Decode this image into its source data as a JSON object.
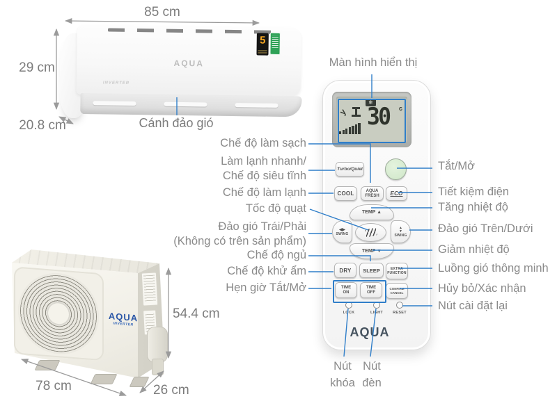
{
  "colors": {
    "annotation_blue": "#2f7ec9",
    "dimension_gray": "#9b9b9b",
    "label_gray": "#8a8a8a",
    "power_button_green": "#cfe7c8",
    "energy_star_orange": "#f5a623"
  },
  "indoor_unit": {
    "brand": "AQUA",
    "series": "INVERTER",
    "energy_rating": "5",
    "dim_width": "85 cm",
    "dim_height": "29 cm",
    "dim_depth": "20.8 cm",
    "vane_label": "Cánh đảo gió"
  },
  "outdoor_unit": {
    "brand": "AQUA",
    "series": "INVERTER",
    "dim_height": "54.4 cm",
    "dim_width": "78 cm",
    "dim_depth": "26 cm"
  },
  "remote": {
    "display_label": "Màn hình hiển thị",
    "lcd": {
      "temperature": "30",
      "unit": "c"
    },
    "icons": {
      "snowflake": "❄",
      "swing_horizontal": "◀▶",
      "swing_up": "▲",
      "swing_down": "▼"
    },
    "buttons": {
      "turbo_quiet": "Turbo/Quiet",
      "cool": "COOL",
      "aqua_fresh": [
        "AQUA",
        "FRESH"
      ],
      "eco": "ECO",
      "temp_up": "TEMP ▲",
      "temp_down": "TEMP ▼",
      "swing": "SWING",
      "dry": "DRY",
      "sleep": "SLEEP",
      "extra_function": [
        "EXTRA",
        "FUNCTION"
      ],
      "time_on": [
        "TIME",
        "ON"
      ],
      "time_off": [
        "TIME",
        "OFF"
      ],
      "confirm_cancel": [
        "CONFIRM",
        "CANCEL"
      ],
      "lock": "LOCK",
      "light": "LIGHT",
      "reset": "RESET",
      "brand": "AQUA"
    },
    "left_labels": [
      {
        "lines": [
          "Chế độ làm sạch"
        ]
      },
      {
        "lines": [
          "Làm lạnh nhanh/",
          "Chế độ siêu tĩnh"
        ]
      },
      {
        "lines": [
          "Chế độ làm lạnh"
        ]
      },
      {
        "lines": [
          "Tốc độ quạt"
        ]
      },
      {
        "lines": [
          "Đảo gió Trái/Phải",
          "(Không có trên sản phẩm)"
        ]
      },
      {
        "lines": [
          "Chế độ ngủ"
        ]
      },
      {
        "lines": [
          "Chế độ khử ẩm"
        ]
      },
      {
        "lines": [
          "Hẹn giờ Tắt/Mở"
        ]
      }
    ],
    "right_labels": [
      "Tắt/Mở",
      "Tiết kiệm điện",
      "Tăng nhiệt độ",
      "Đảo gió Trên/Dưới",
      "Giảm nhiệt độ",
      "Luồng gió thông minh",
      "Hủy bỏ/Xác nhận",
      "Nút cài đặt lại"
    ],
    "bottom_labels": [
      {
        "lines": [
          "Nút",
          "khóa"
        ]
      },
      {
        "lines": [
          "Nút",
          "đèn"
        ]
      }
    ]
  }
}
